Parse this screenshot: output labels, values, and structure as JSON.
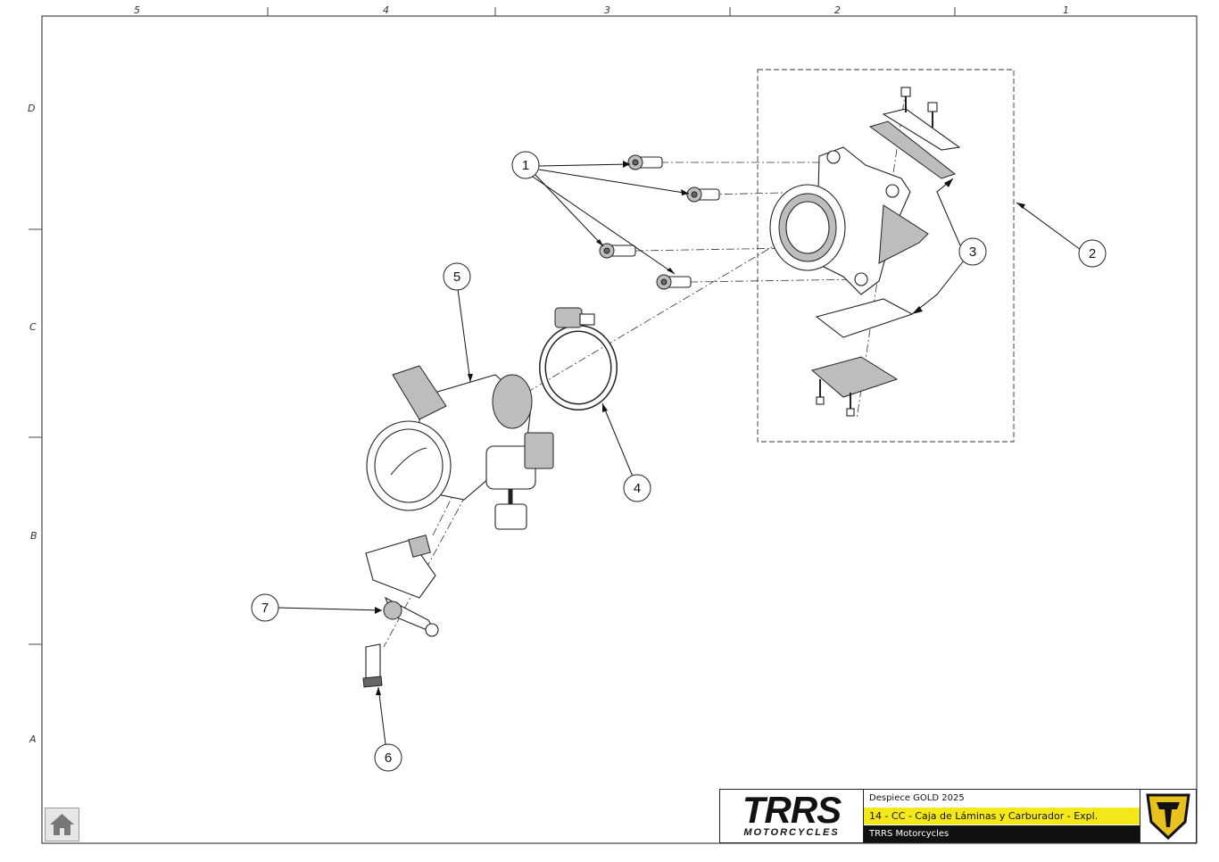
{
  "zones": {
    "columns": [
      "5",
      "4",
      "3",
      "2",
      "1"
    ],
    "rows": [
      "D",
      "C",
      "B",
      "A"
    ]
  },
  "callouts": [
    "1",
    "2",
    "3",
    "4",
    "5",
    "6",
    "7"
  ],
  "title_block": {
    "brand_main": "TRRS",
    "brand_sub": "MOTORCYCLES",
    "document": "Despiece GOLD 2025",
    "sheet_title": "14 - CC - Caja de Láminas y Carburador - Expl.",
    "company": "TRRS Motorcycles"
  },
  "icons": {
    "home": "home-icon",
    "emblem": "trrs-shield-icon"
  },
  "colors": {
    "title_highlight": "#f5e81a",
    "title_dark": "#111111",
    "emblem_gold": "#e8c21a"
  }
}
